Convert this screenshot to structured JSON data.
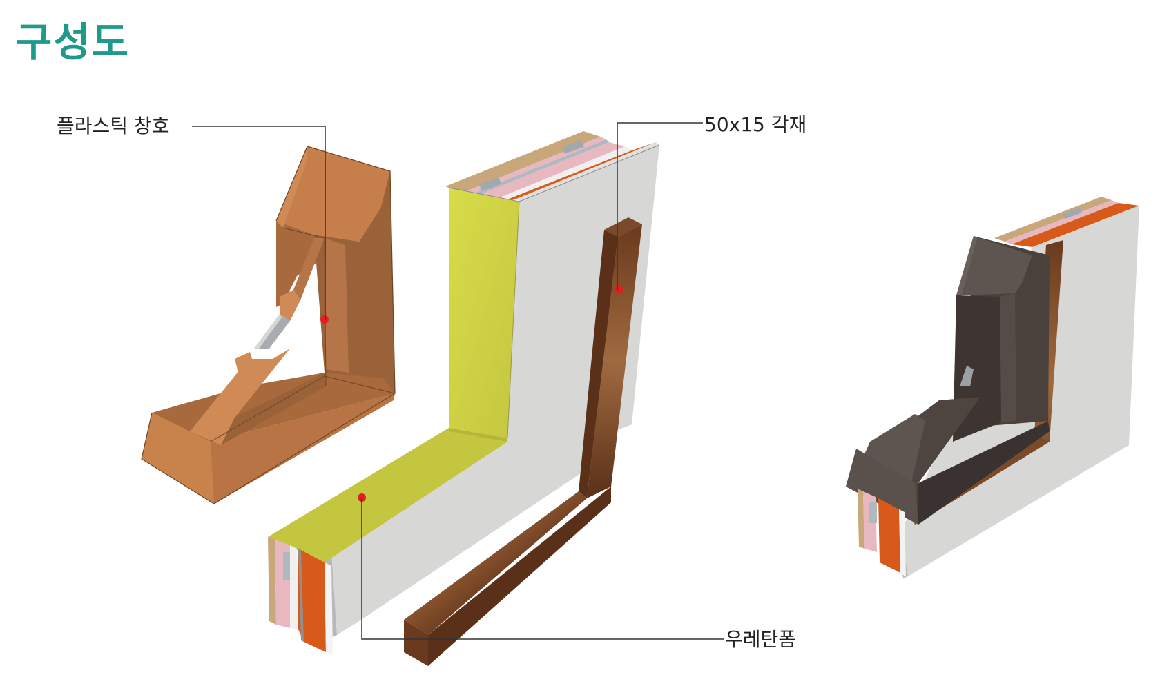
{
  "title": "구성도",
  "callouts": {
    "window": "플라스틱 창호",
    "lumber": "50x15 각재",
    "foam": "우레탄폼"
  },
  "colors": {
    "title": "#1f9a8a",
    "window_frame": "#c67e4a",
    "foam": "#d4d84a",
    "board": "#d7d8d5",
    "lumber": "#7a4a2a",
    "dark_frame": "#5a4f4b",
    "marker": "#e02020"
  }
}
